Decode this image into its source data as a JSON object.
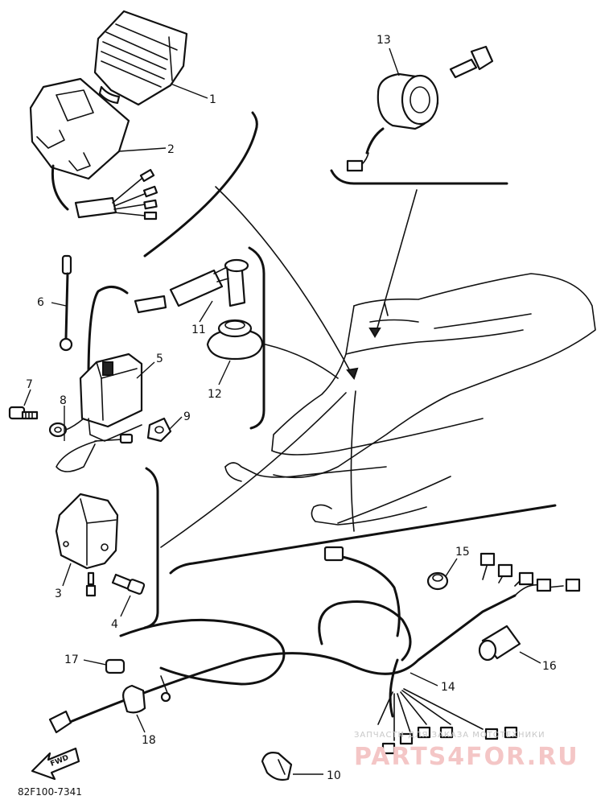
{
  "diagram": {
    "drawing_code": "82F100-7341",
    "direction_label": "FWD",
    "callouts": [
      {
        "id": "c1",
        "label": "1"
      },
      {
        "id": "c2",
        "label": "2"
      },
      {
        "id": "c3",
        "label": "3"
      },
      {
        "id": "c4",
        "label": "4"
      },
      {
        "id": "c5",
        "label": "5"
      },
      {
        "id": "c6",
        "label": "6"
      },
      {
        "id": "c7",
        "label": "7"
      },
      {
        "id": "c8",
        "label": "8"
      },
      {
        "id": "c9",
        "label": "9"
      },
      {
        "id": "c10",
        "label": "10"
      },
      {
        "id": "c11",
        "label": "11"
      },
      {
        "id": "c12",
        "label": "12"
      },
      {
        "id": "c13",
        "label": "13"
      },
      {
        "id": "c14",
        "label": "14"
      },
      {
        "id": "c15",
        "label": "15"
      },
      {
        "id": "c16",
        "label": "16"
      },
      {
        "id": "c17",
        "label": "17"
      },
      {
        "id": "c18",
        "label": "18"
      }
    ]
  },
  "watermark": {
    "caption": "ЗАПЧАСТИ ДЛЯ ЗАКАЗА МОТОТЕХНИКИ",
    "brand": "PARTS4FOR.RU"
  }
}
